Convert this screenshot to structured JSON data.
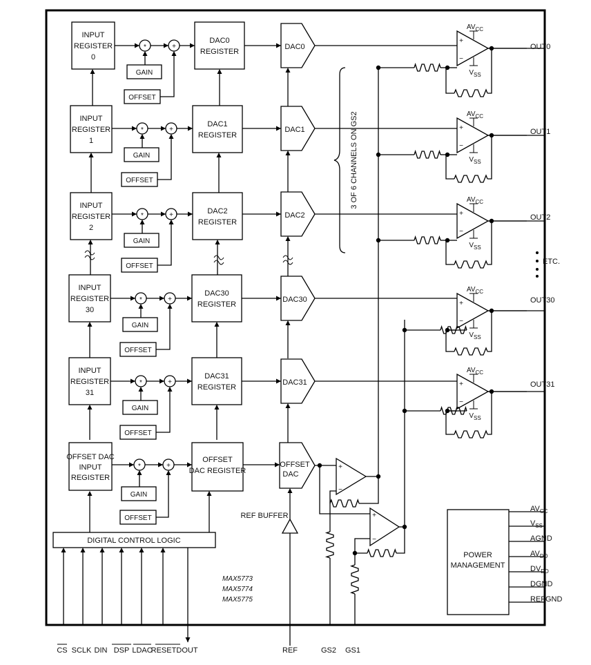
{
  "channels": [
    {
      "in1": "INPUT",
      "in2": "REGISTER",
      "in3": "0",
      "dac1": "DAC0",
      "dac2": "REGISTER",
      "conv": "DAC0",
      "out": "OUT0"
    },
    {
      "in1": "INPUT",
      "in2": "REGISTER",
      "in3": "1",
      "dac1": "DAC1",
      "dac2": "REGISTER",
      "conv": "DAC1",
      "out": "OUT1"
    },
    {
      "in1": "INPUT",
      "in2": "REGISTER",
      "in3": "2",
      "dac1": "DAC2",
      "dac2": "REGISTER",
      "conv": "DAC2",
      "out": "OUT2"
    },
    {
      "in1": "INPUT",
      "in2": "REGISTER",
      "in3": "30",
      "dac1": "DAC30",
      "dac2": "REGISTER",
      "conv": "DAC30",
      "out": "OUT30"
    },
    {
      "in1": "INPUT",
      "in2": "REGISTER",
      "in3": "31",
      "dac1": "DAC31",
      "dac2": "REGISTER",
      "conv": "DAC31",
      "out": "OUT31"
    }
  ],
  "offset_channel": {
    "in1": "OFFSET DAC",
    "in2": "INPUT",
    "in3": "REGISTER",
    "dac1": "OFFSET",
    "dac2": "DAC REGISTER",
    "conv1": "OFFSET",
    "conv2": "DAC"
  },
  "gain_label": "GAIN",
  "offset_label": "OFFSET",
  "multiply_symbol": "*",
  "add_symbol": "+",
  "plus_symbol": "+",
  "minus_symbol": "−",
  "supply_pos": {
    "main": "AV",
    "sub": "CC"
  },
  "supply_neg": {
    "main": "V",
    "sub": "SS"
  },
  "brace_label": "3 OF 6 CHANNELS ON GS2",
  "etc_label": "ETC.",
  "digital_logic": "DIGITAL CONTROL LOGIC",
  "ref_buffer": "REF BUFFER",
  "part_numbers": [
    "MAX5773",
    "MAX5774",
    "MAX5775"
  ],
  "power_block": {
    "line1": "POWER",
    "line2": "MANAGEMENT"
  },
  "power_pins": [
    {
      "main": "AV",
      "sub": "CC"
    },
    {
      "main": "V",
      "sub": "SS"
    },
    {
      "main": "AGND",
      "sub": ""
    },
    {
      "main": "AV",
      "sub": "DD"
    },
    {
      "main": "DV",
      "sub": "DD"
    },
    {
      "main": "DGND",
      "sub": ""
    },
    {
      "main": "REFGND",
      "sub": ""
    }
  ],
  "bottom_pins": [
    "CS",
    "SCLK",
    "DIN",
    "DSP",
    "LDAC",
    "RESET",
    "DOUT",
    "REF",
    "GS2",
    "GS1"
  ]
}
